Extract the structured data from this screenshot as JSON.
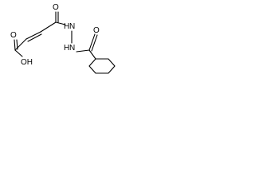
{
  "molecule": {
    "atoms": {
      "ketone_oxygen": "O",
      "hydrazide_n1": "N",
      "hydrazide_n1_h": "H",
      "hydrazide_n2": "N",
      "hydrazide_n2_h": "H",
      "amide_oxygen": "O",
      "acid_oxygen": "O",
      "acid_hydroxyl": "OH"
    }
  }
}
